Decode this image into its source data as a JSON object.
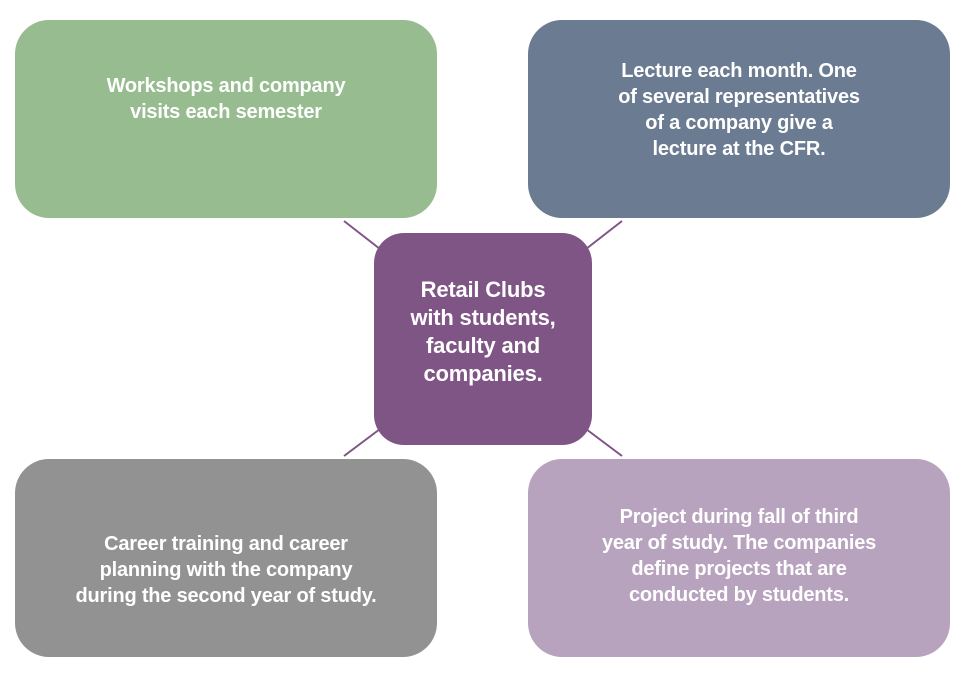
{
  "colors": {
    "center": "#7f5586",
    "top_left": "#97bc8f",
    "top_right": "#6b7b91",
    "bottom_left": "#929292",
    "bottom_right": "#b8a3be",
    "connector": "#7f5586"
  },
  "center": {
    "text": "Retail Clubs\nwith students,\nfaculty and\ncompanies."
  },
  "top_left": {
    "text": "Workshops and company\nvisits each semester"
  },
  "top_right": {
    "text": "Lecture each month. One\nof several representatives\nof a company give a\nlecture at the CFR."
  },
  "bottom_left": {
    "text": "Career training and career\nplanning with the company\nduring the second year of study."
  },
  "bottom_right": {
    "text": "Project during fall of third\nyear of study. The companies\ndefine projects that are\nconducted by students."
  }
}
